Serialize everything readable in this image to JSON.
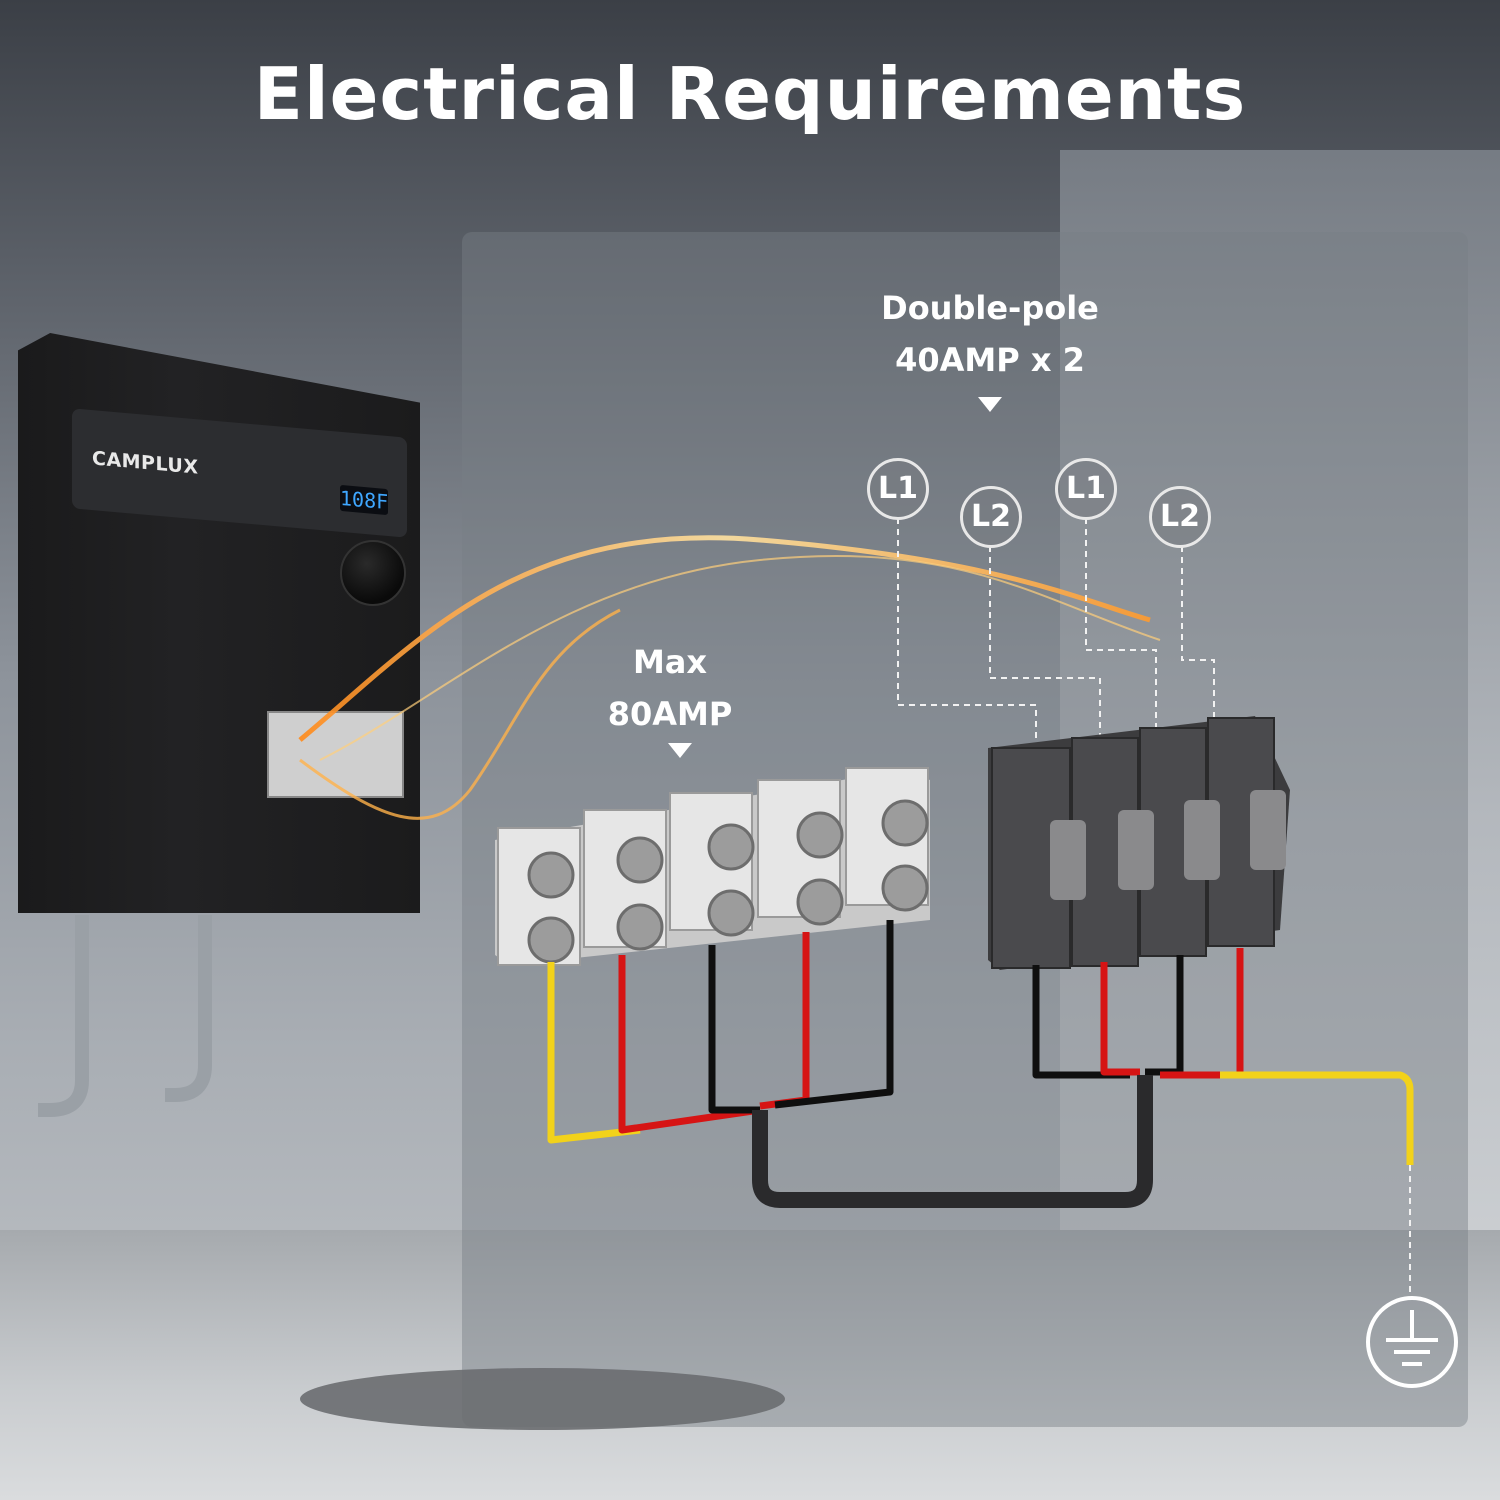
{
  "title": "Electrical Requirements",
  "heater": {
    "brand": "CAMPLUX",
    "display_temp": "108F"
  },
  "breaker_label": {
    "line1": "Double-pole",
    "line2": "40AMP x 2"
  },
  "terminal_label": {
    "line1": "Max",
    "line2": "80AMP"
  },
  "phase_labels": [
    "L1",
    "L2",
    "L1",
    "L2"
  ],
  "colors": {
    "wire_red": "#d61414",
    "wire_black": "#0f0f0f",
    "wire_yellow": "#f2d21a",
    "glow": "#ffb24a",
    "label_white": "#ffffff"
  }
}
